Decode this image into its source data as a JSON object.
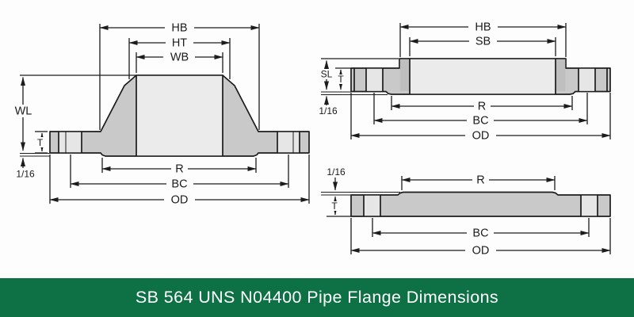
{
  "banner": {
    "text": "SB 564 UNS N04400 Pipe Flange Dimensions",
    "bg_color": "#0e7045",
    "text_color": "#ffffff"
  },
  "diagrams": {
    "weld_neck": {
      "hb": "HB",
      "ht": "HT",
      "wb": "WB",
      "wl": "WL",
      "t": "T",
      "raised_face_height": "1/16",
      "r": "R",
      "bc": "BC",
      "od": "OD"
    },
    "slip_on": {
      "hb": "HB",
      "sb": "SB",
      "sl": "SL",
      "t": "T",
      "raised_face_height": "1/16",
      "r": "R",
      "bc": "BC",
      "od": "OD"
    },
    "blind": {
      "raised_face_height": "1/16",
      "r": "R",
      "t": "T",
      "bc": "BC",
      "od": "OD"
    }
  }
}
